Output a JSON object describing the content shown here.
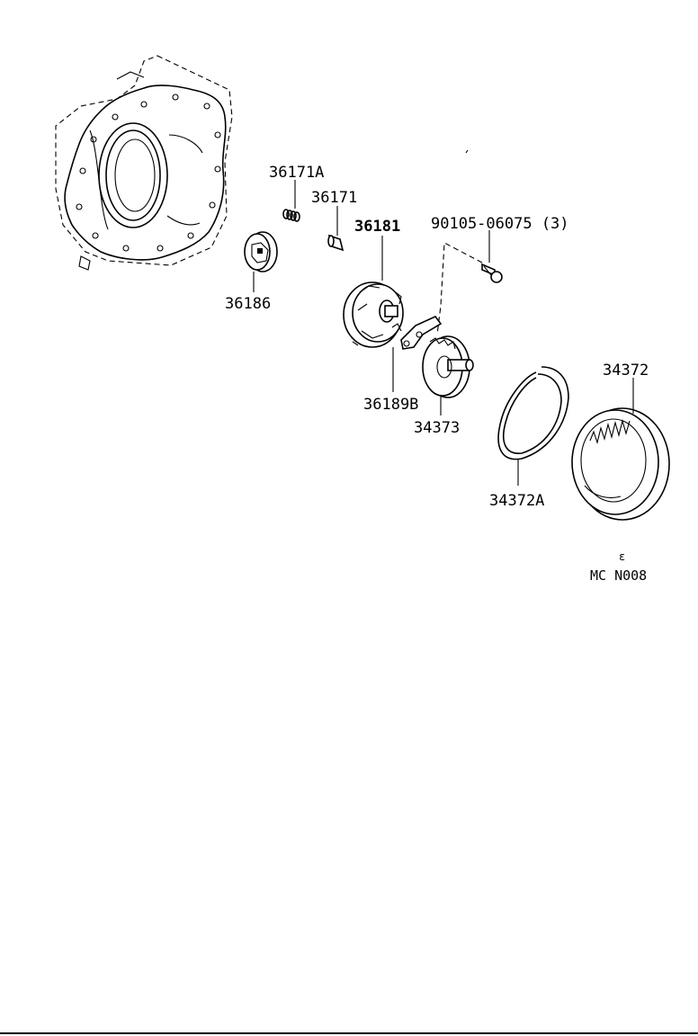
{
  "diagram": {
    "labels": {
      "p36171A": "36171A",
      "p36171": "36171",
      "p36181": "36181",
      "p90105": "90105-06075 (3)",
      "p36186": "36186",
      "p36189B": "36189B",
      "p34373": "34373",
      "p34372": "34372",
      "p34372A": "34372A",
      "ref_code": "MC N008",
      "ref_mark": "ε"
    }
  }
}
